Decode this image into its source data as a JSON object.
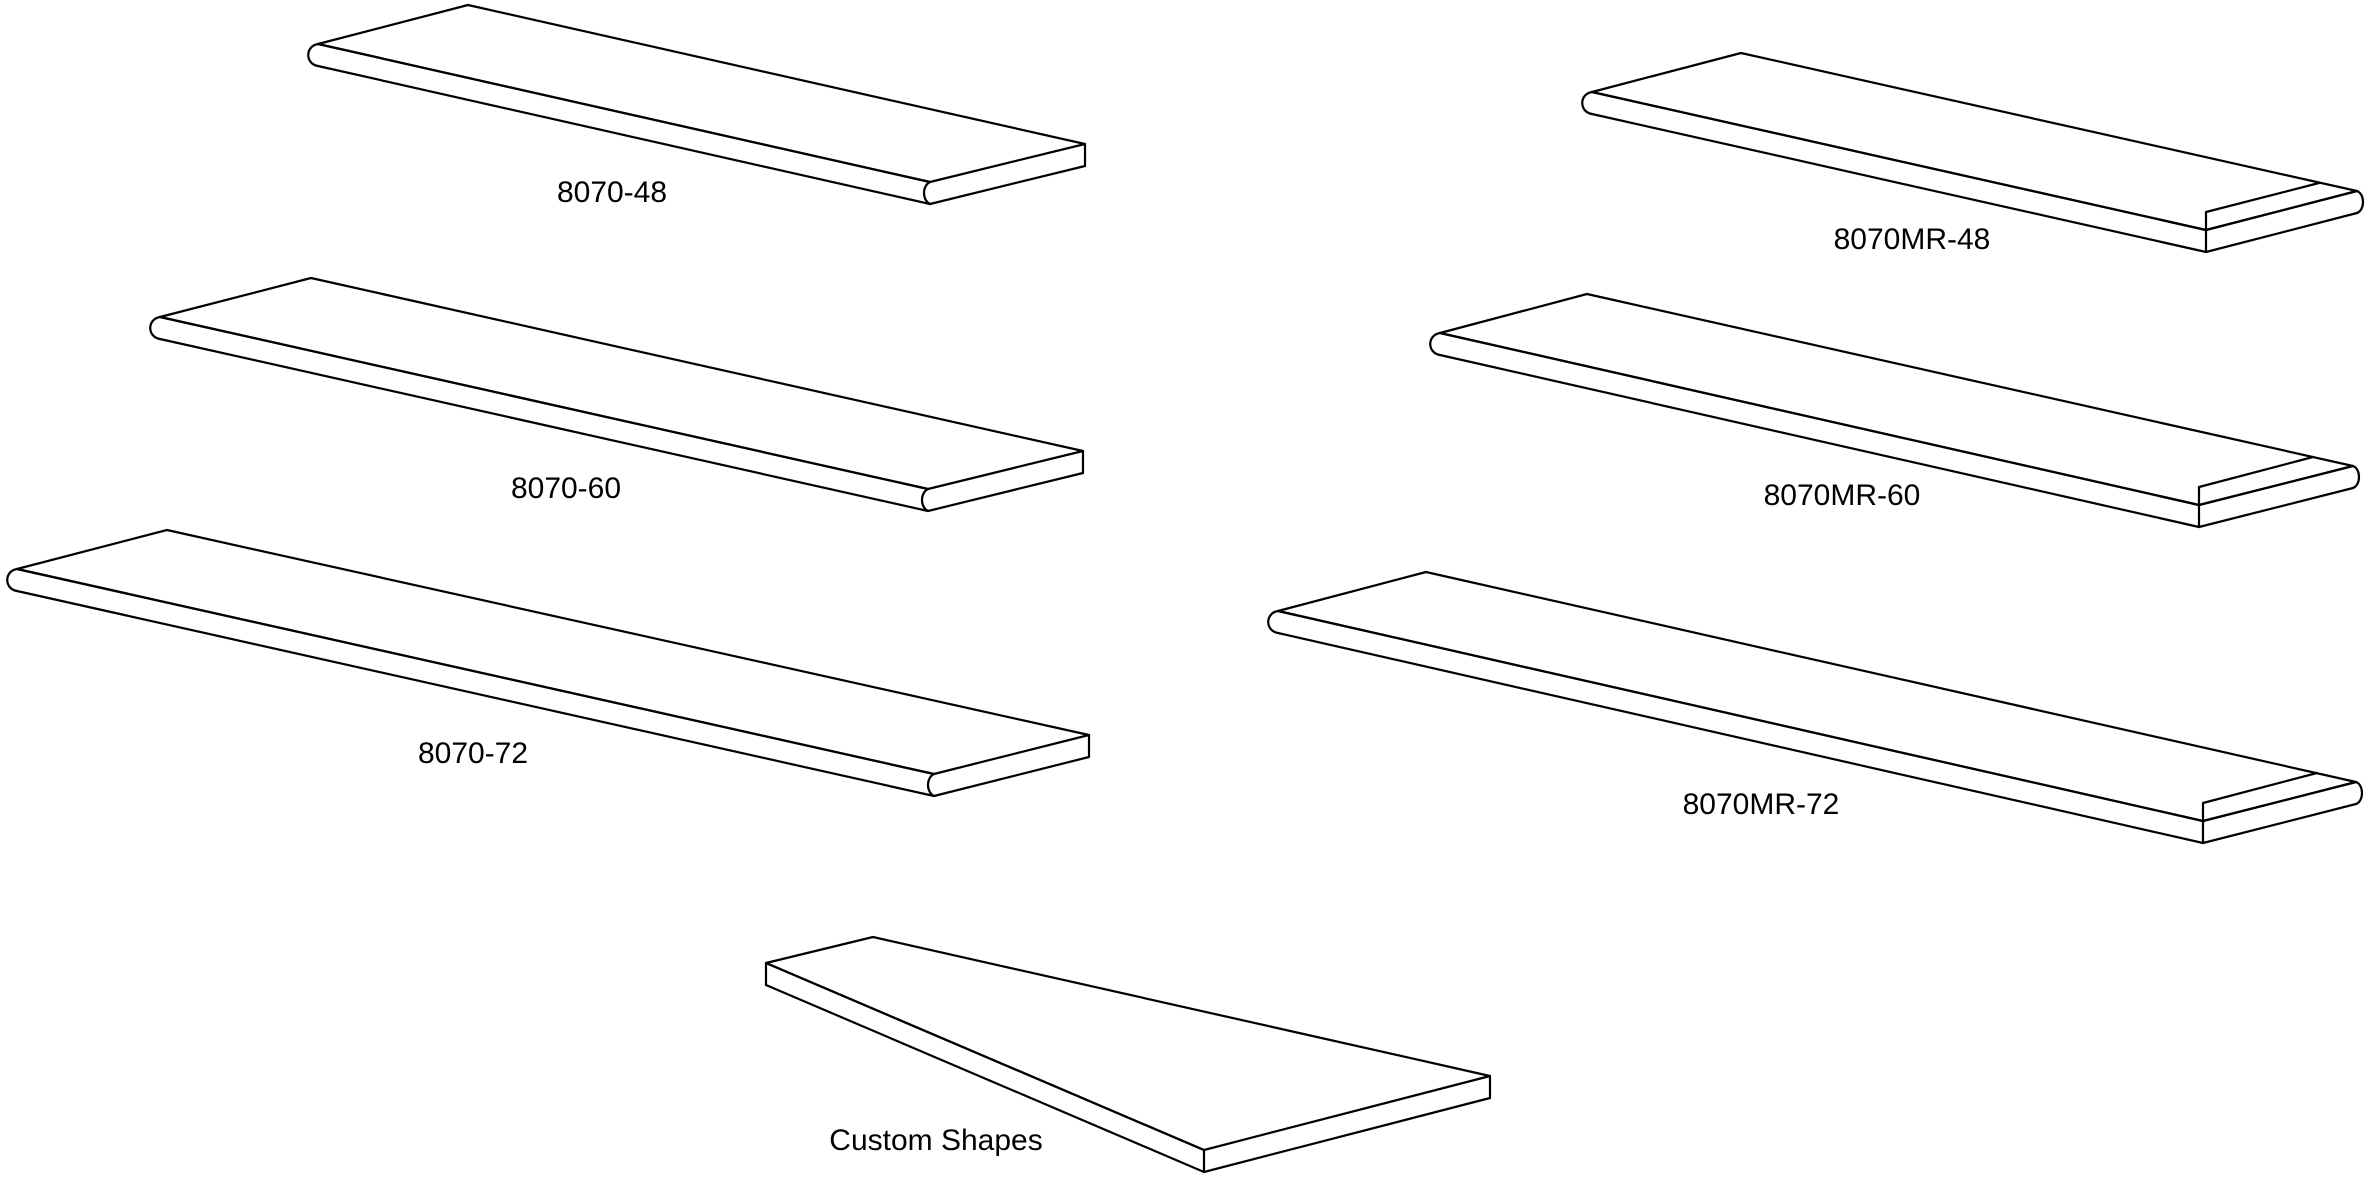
{
  "items": [
    {
      "id": "8070-48",
      "label": "8070-48",
      "profile": "single-bullnose"
    },
    {
      "id": "8070-60",
      "label": "8070-60",
      "profile": "single-bullnose"
    },
    {
      "id": "8070-72",
      "label": "8070-72",
      "profile": "single-bullnose"
    },
    {
      "id": "8070MR-48",
      "label": "8070MR-48",
      "profile": "mitered-return"
    },
    {
      "id": "8070MR-60",
      "label": "8070MR-60",
      "profile": "mitered-return"
    },
    {
      "id": "8070MR-72",
      "label": "8070MR-72",
      "profile": "mitered-return"
    },
    {
      "id": "custom",
      "label": "Custom Shapes",
      "profile": "square-edge"
    }
  ],
  "colors": {
    "stroke": "#000000",
    "background": "#ffffff"
  }
}
